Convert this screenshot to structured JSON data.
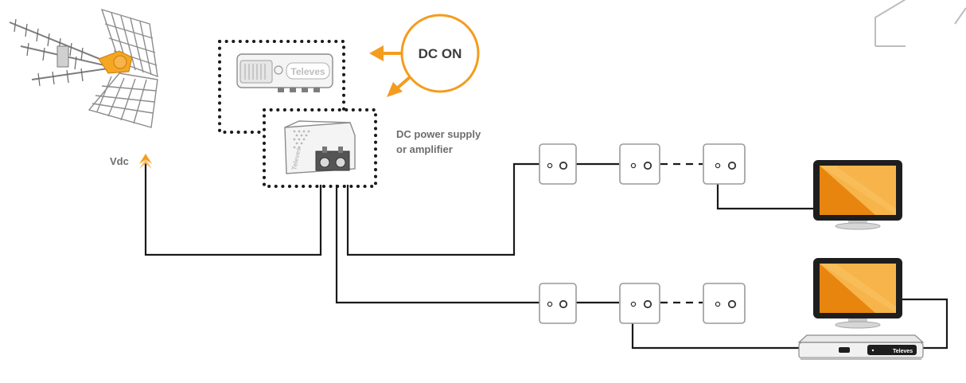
{
  "labels": {
    "dc_on": "DC ON",
    "power_supply_line1": "DC power supply",
    "power_supply_line2": "or amplifier",
    "vdc": "Vdc"
  },
  "brand": {
    "logo_text": "Televes"
  },
  "colors": {
    "accent": "#F39C1E",
    "cable": "#1a1a1a",
    "device_stroke": "#9a9a9a",
    "device_fill": "#f2f2f2",
    "screen_dark": "#E8850E",
    "screen_light": "#F7B44A",
    "text_gray": "#6d6d6d",
    "label_dark": "#3c3c3c"
  },
  "icons": [
    "antenna-icon",
    "amplifier-icon",
    "power-supply-icon",
    "wall-socket-icon",
    "tv-icon",
    "set-top-box-icon",
    "house-icon",
    "arrow-icon"
  ]
}
